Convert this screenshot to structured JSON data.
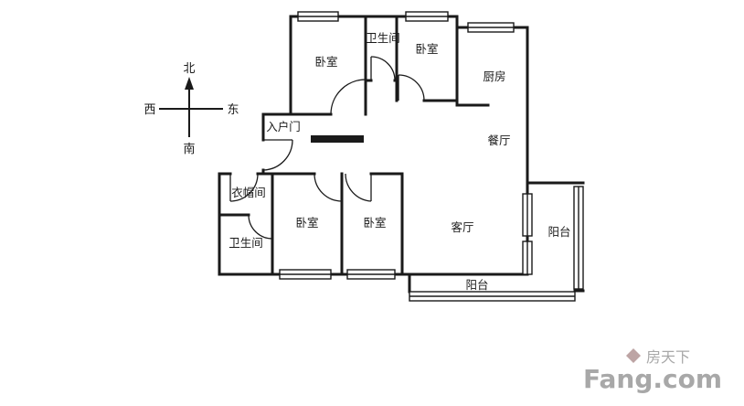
{
  "compass": {
    "north": "北",
    "south": "南",
    "west": "西",
    "east": "东"
  },
  "rooms": {
    "bedroom_top_left": "卧室",
    "bathroom_top": "卫生间",
    "bedroom_top_right": "卧室",
    "kitchen": "厨房",
    "dining": "餐厅",
    "entrance": "入户门",
    "cloakroom": "衣帽间",
    "bathroom_lower": "卫生间",
    "bedroom_lower_left": "卧室",
    "bedroom_lower_right": "卧室",
    "living": "客厅",
    "balcony_right": "阳台",
    "balcony_bottom": "阳台"
  },
  "watermark": {
    "brand_cn": "房天下",
    "brand_en": "Fang.com"
  },
  "colors": {
    "wall": "#1a1a1a",
    "watermark": "#a8a8a8"
  }
}
